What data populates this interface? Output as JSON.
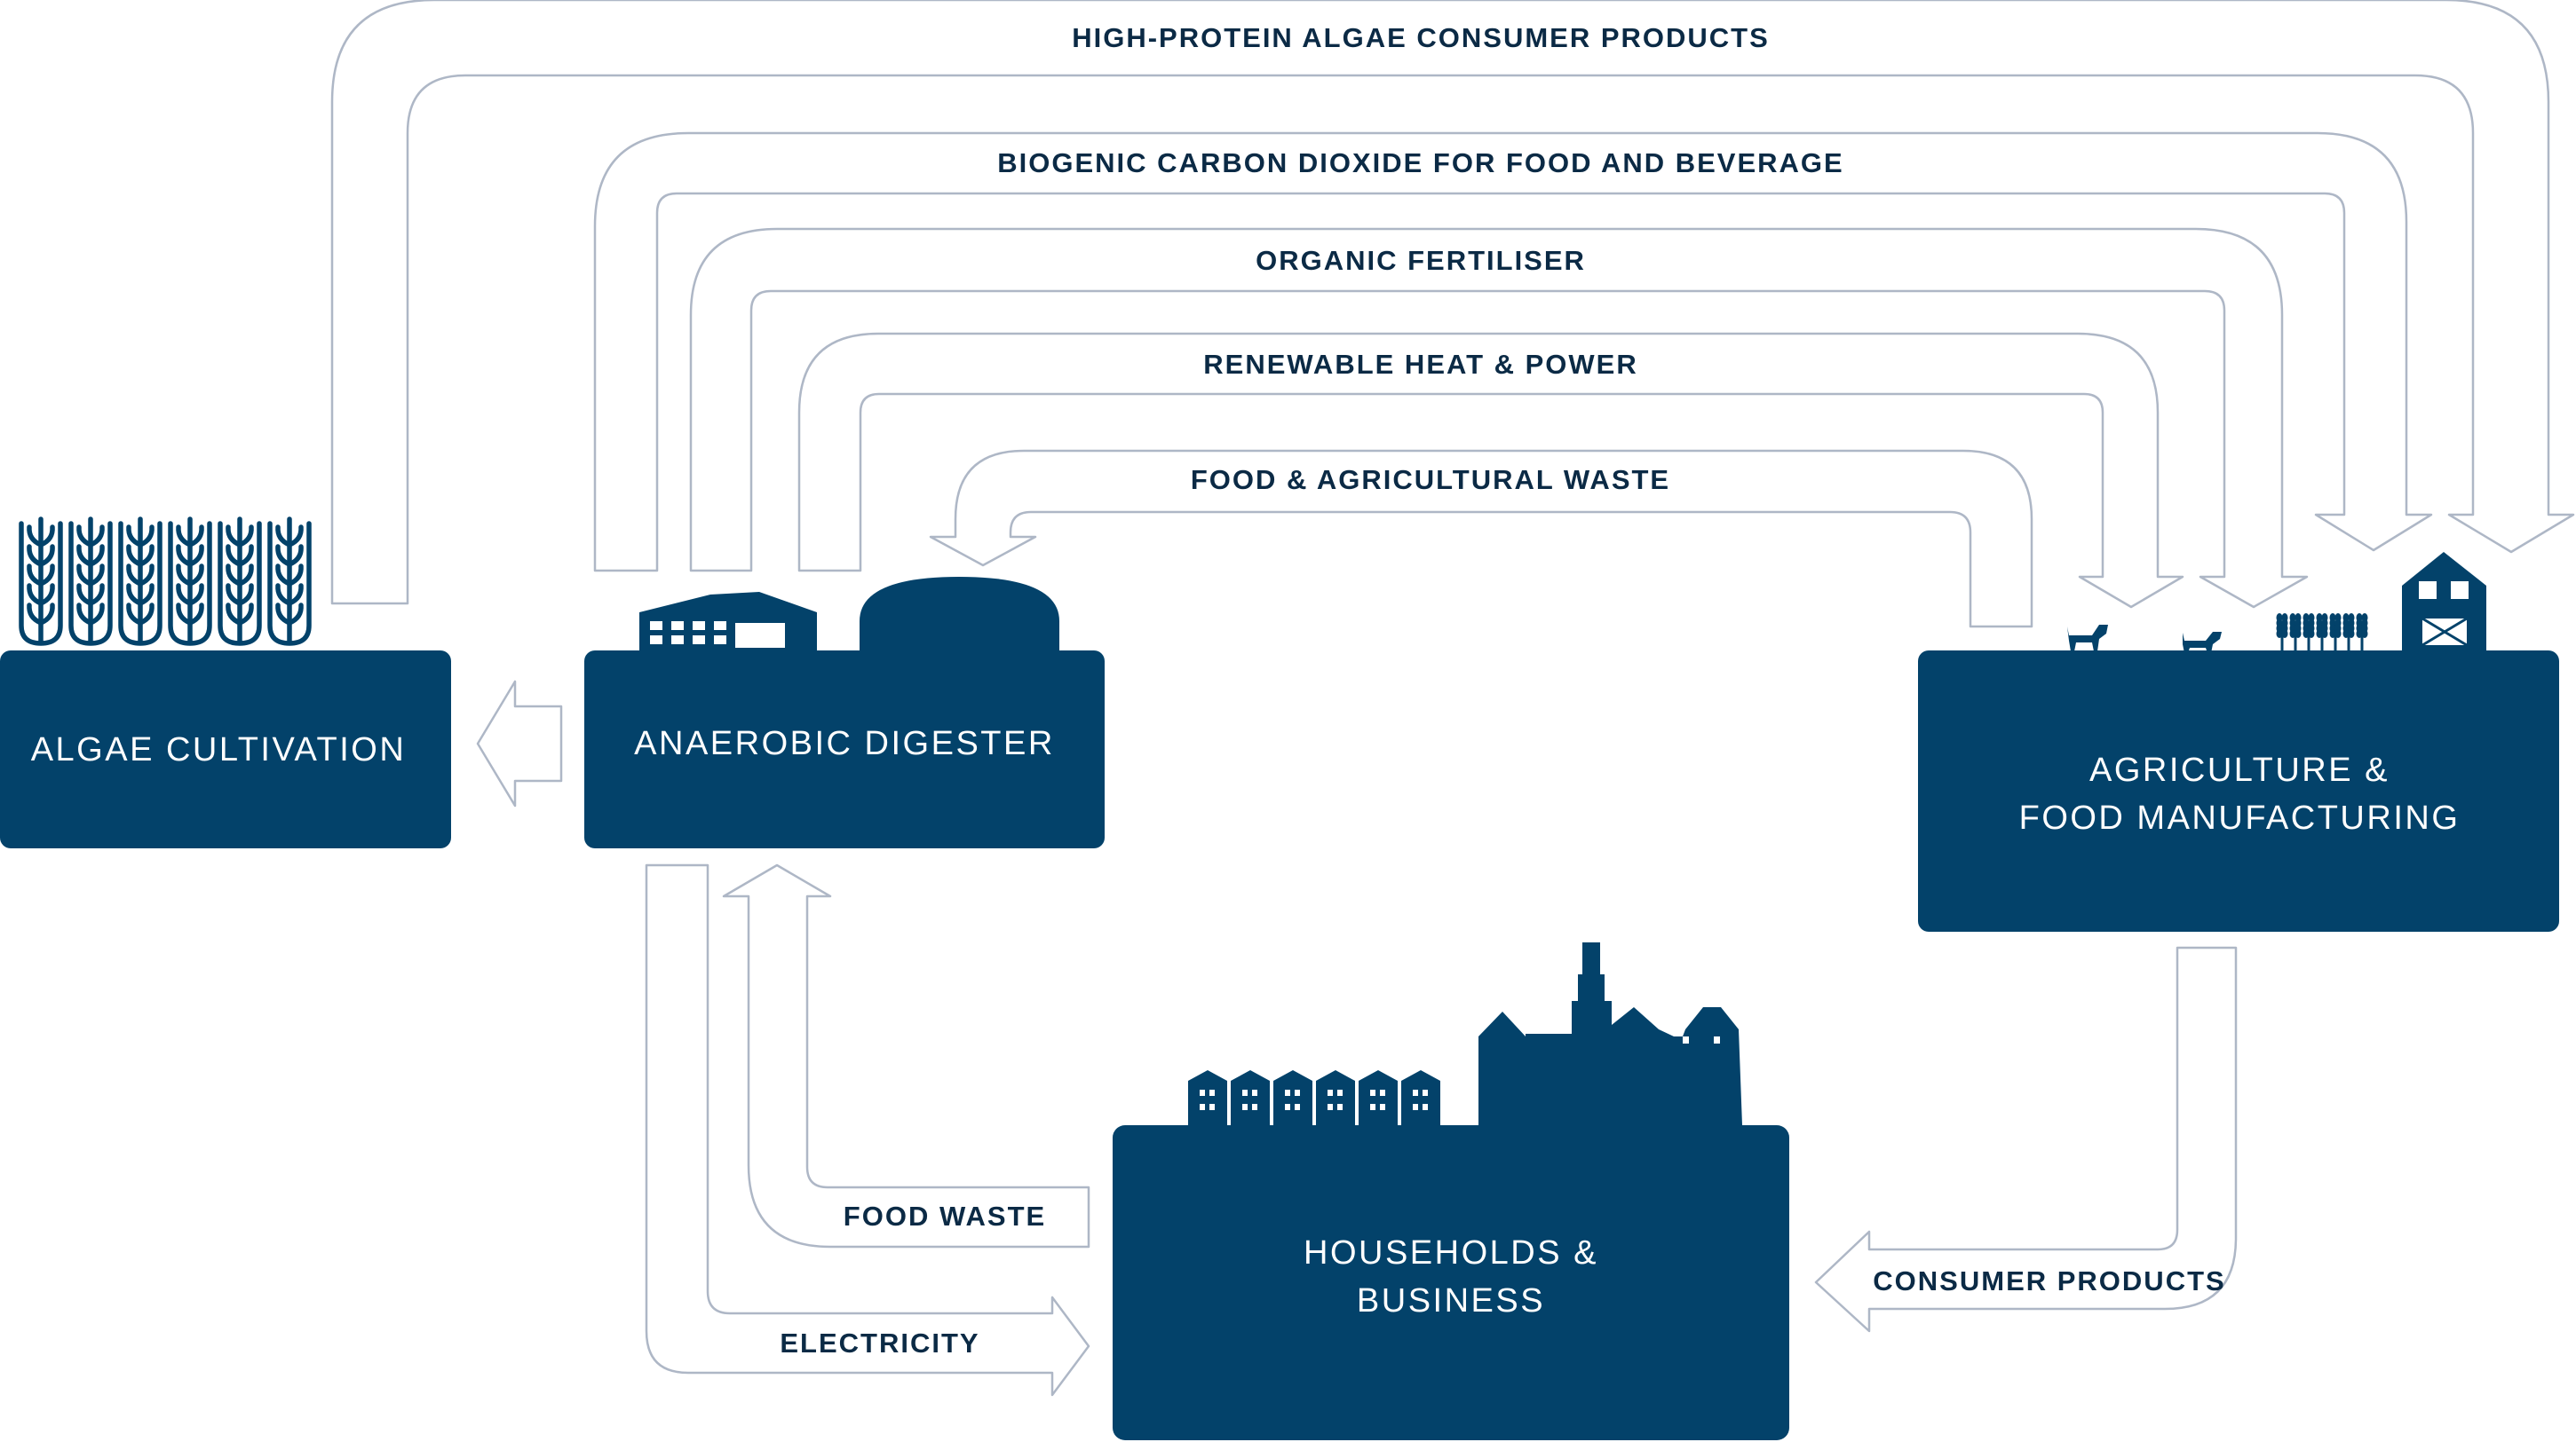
{
  "colors": {
    "node_fill": "#03426a",
    "arrow_stroke": "#aeb7c6",
    "arrow_fill": "#ffffff",
    "flow_text": "#0b2a45",
    "node_text": "#ffffff"
  },
  "nodes": {
    "algae": {
      "label": "ALGAE CULTIVATION"
    },
    "digester": {
      "label": "ANAEROBIC DIGESTER"
    },
    "agriculture": {
      "line1": "AGRICULTURE &",
      "line2": "FOOD MANUFACTURING"
    },
    "households": {
      "line1": "HOUSEHOLDS &",
      "line2": "BUSINESS"
    }
  },
  "flows": {
    "high_protein": "HIGH-PROTEIN ALGAE CONSUMER PRODUCTS",
    "biogenic_co2": "BIOGENIC CARBON DIOXIDE FOR FOOD AND BEVERAGE",
    "fertiliser": "ORGANIC FERTILISER",
    "heat_power": "RENEWABLE HEAT & POWER",
    "food_ag_waste": "FOOD & AGRICULTURAL WASTE",
    "food_waste": "FOOD WASTE",
    "electricity": "ELECTRICITY",
    "consumer_products": "CONSUMER PRODUCTS"
  },
  "icons": {
    "algae": "algae-plants-icon",
    "factory": "factory-icon",
    "digester_tank": "digester-tank-icon",
    "cow": "cow-icon",
    "wheat": "wheat-icon",
    "barn": "barn-icon",
    "town": "town-skyline-icon"
  }
}
